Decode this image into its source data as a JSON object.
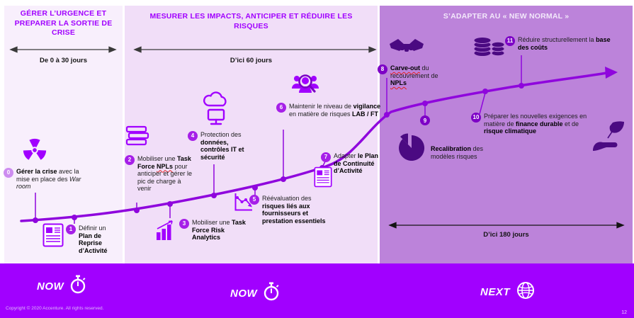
{
  "colors": {
    "accent": "#a100ff",
    "curve": "#8f06dd",
    "panel1_bg": "#f8effc",
    "panel2_bg": "#f1def8",
    "panel3_bg": "#bc83da",
    "bottom_bar_bg": "#a100ff",
    "spellcheck_squiggle": "#e02020",
    "dark_icon": "#4b0a82"
  },
  "phases": [
    {
      "title": "GÉRER L’URGENCE ET PREPARER LA SORTIE DE CRISE",
      "timeframe": "De 0 à 30 jours"
    },
    {
      "title": "MESURER LES IMPACTS, ANTICIPER ET RÉDUIRE LES RISQUES",
      "timeframe": "D’ici 60 jours"
    },
    {
      "title": "S’ADAPTER AU « NEW NORMAL »",
      "timeframe": "D’ici 180 jours"
    }
  ],
  "icons": {
    "m0": "radiation-icon",
    "m1": "document-icon",
    "m2": "books-icon",
    "m3": "bar-chart-growth-icon",
    "m4": "cloud-it-security-icon",
    "m5": "declining-chart-icon",
    "m6": "people-magnifier-icon",
    "m7": "document-icon",
    "m8": "handshake-icon",
    "m9": "pie-chart-icon",
    "m10": "hand-leaf-icon",
    "m11": "coins-icon",
    "footer_left": "stopwatch-icon",
    "footer_mid": "stopwatch-icon",
    "footer_right": "globe-icon"
  },
  "milestones": [
    {
      "num": "0",
      "segments": [
        "Gérer la crise",
        " avec la mise en place des ",
        "War room"
      ]
    },
    {
      "num": "1",
      "segments": [
        "Définir un ",
        "Plan de Reprise d’Activité"
      ]
    },
    {
      "num": "2",
      "segments": [
        "Mobiliser une ",
        "Task Force ",
        "NPLs",
        " pour anticiper et gérer le pic de charge à venir"
      ]
    },
    {
      "num": "3",
      "segments": [
        "Mobiliser une ",
        "Task Force Risk Analytics"
      ]
    },
    {
      "num": "4",
      "segments": [
        "Protection des ",
        "données, contrôles IT et sécurité"
      ]
    },
    {
      "num": "5",
      "segments": [
        "Réévaluation des ",
        "risques liés aux fournisseurs et prestation essentiels"
      ]
    },
    {
      "num": "6",
      "segments": [
        "Maintenir le niveau de ",
        "vigilance",
        " en matière de risques ",
        "LAB / FT"
      ]
    },
    {
      "num": "7",
      "segments": [
        "Adapter ",
        "le Plan de Continuité d’Activité"
      ]
    },
    {
      "num": "8",
      "segments": [
        "Carve-out",
        " du recouvrement de ",
        "NPLs"
      ]
    },
    {
      "num": "9",
      "segments": [
        "Recalibration",
        " des modèles risques"
      ]
    },
    {
      "num": "10",
      "segments": [
        "Préparer les nouvelles exigences en matière de ",
        "finance durable",
        " et de ",
        "risque climatique"
      ]
    },
    {
      "num": "11",
      "segments": [
        "Réduire structurellement la ",
        "base des coûts"
      ]
    }
  ],
  "footer": {
    "left_label": "NOW",
    "mid_label": "NOW",
    "right_label": "NEXT",
    "copyright": "Copyright © 2020 Accenture. All rights reserved.",
    "page_number": "12"
  }
}
